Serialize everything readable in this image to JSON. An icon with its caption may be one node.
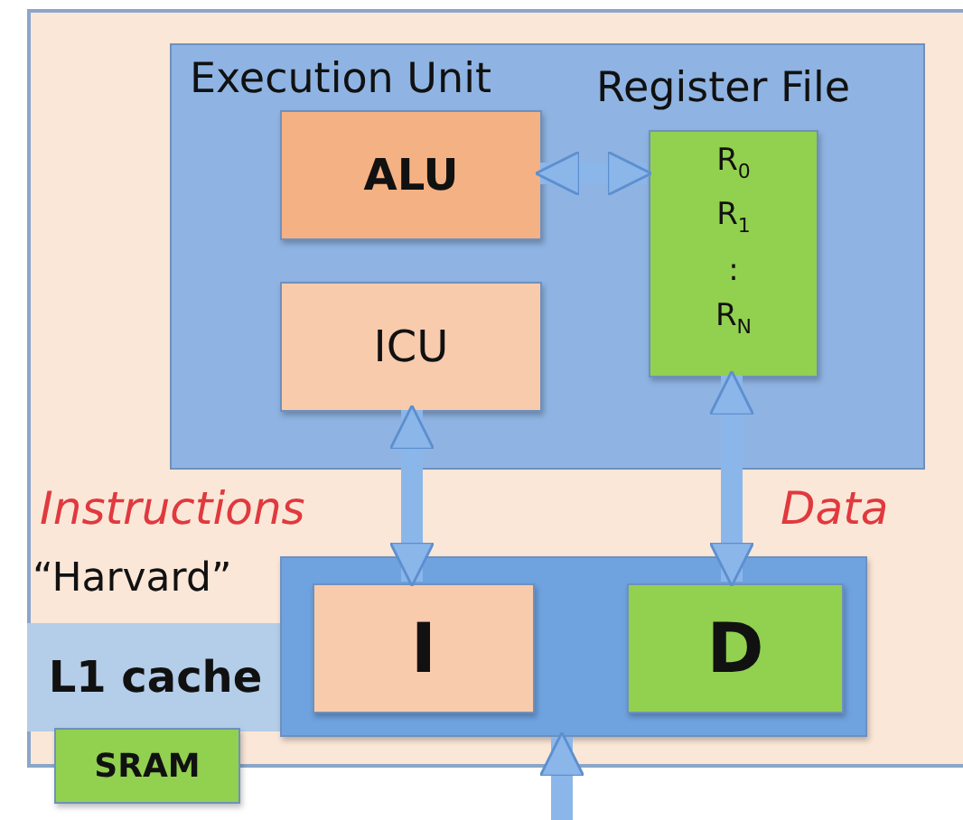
{
  "diagram": {
    "nodes": [
      {
        "text": [
          "Execution Unit"
        ]
      },
      {
        "text": [
          "ALU"
        ],
        "in": 0
      },
      {
        "text": [
          "ICU"
        ],
        "in": 0
      },
      {
        "text": [
          "Register File",
          "R$_{0}$",
          "R$_{1}$",
          ":",
          "R$_{N}$"
        ],
        "in": 0
      },
      {
        "text": [
          "L1 cache"
        ]
      },
      {
        "text": [],
        "shape": "box"
      },
      {
        "text": [
          "I"
        ],
        "in": 5
      },
      {
        "text": [
          "D"
        ],
        "in": 5
      },
      {
        "text": [
          "SRAM"
        ]
      }
    ],
    "edges": [
      {
        "from": 1,
        "to": 3,
        "arrow": "both"
      },
      {
        "from": 2,
        "to": 6,
        "arrow": "both",
        "label": "Instructions"
      },
      {
        "from": 3,
        "to": 7,
        "arrow": "both",
        "label": "Data"
      },
      {
        "from": null,
        "to": 5,
        "arrow": "to"
      }
    ],
    "labels": [
      "“Harvard”"
    ]
  }
}
